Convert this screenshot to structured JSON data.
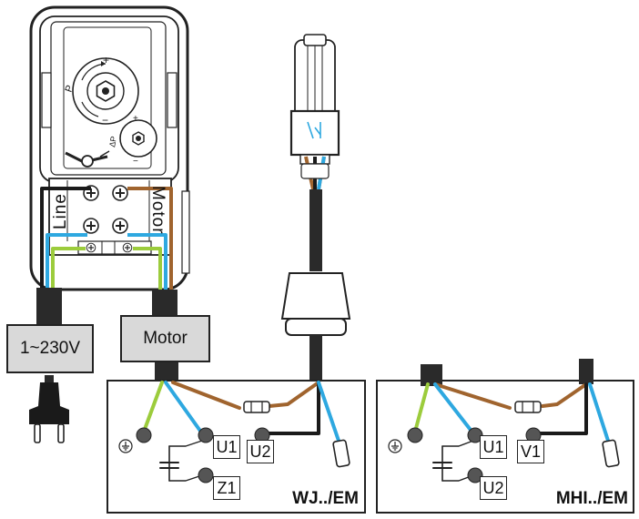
{
  "pressure_switch": {
    "terminal_line": "Line",
    "terminal_motor": "Motor",
    "dial_pressure": "P",
    "dial_plus": "+",
    "dial_minus": "−",
    "diff_label": "ΔP",
    "diff_plus": "+",
    "diff_minus": "−"
  },
  "supply_label": "1~230V",
  "motor_label": "Motor",
  "wiring_boxes": [
    {
      "title": "WJ../EM",
      "terminals": [
        "U1",
        "U2",
        "Z1"
      ]
    },
    {
      "title": "MHI../EM",
      "terminals": [
        "U1",
        "V1",
        "U2"
      ]
    }
  ],
  "colors": {
    "brown": "#a0642e",
    "blue": "#2ea8e0",
    "green": "#9ccc3c",
    "black": "#1a1a1a",
    "terminal_gray": "#555555",
    "box_gray": "#d9d9d9"
  }
}
